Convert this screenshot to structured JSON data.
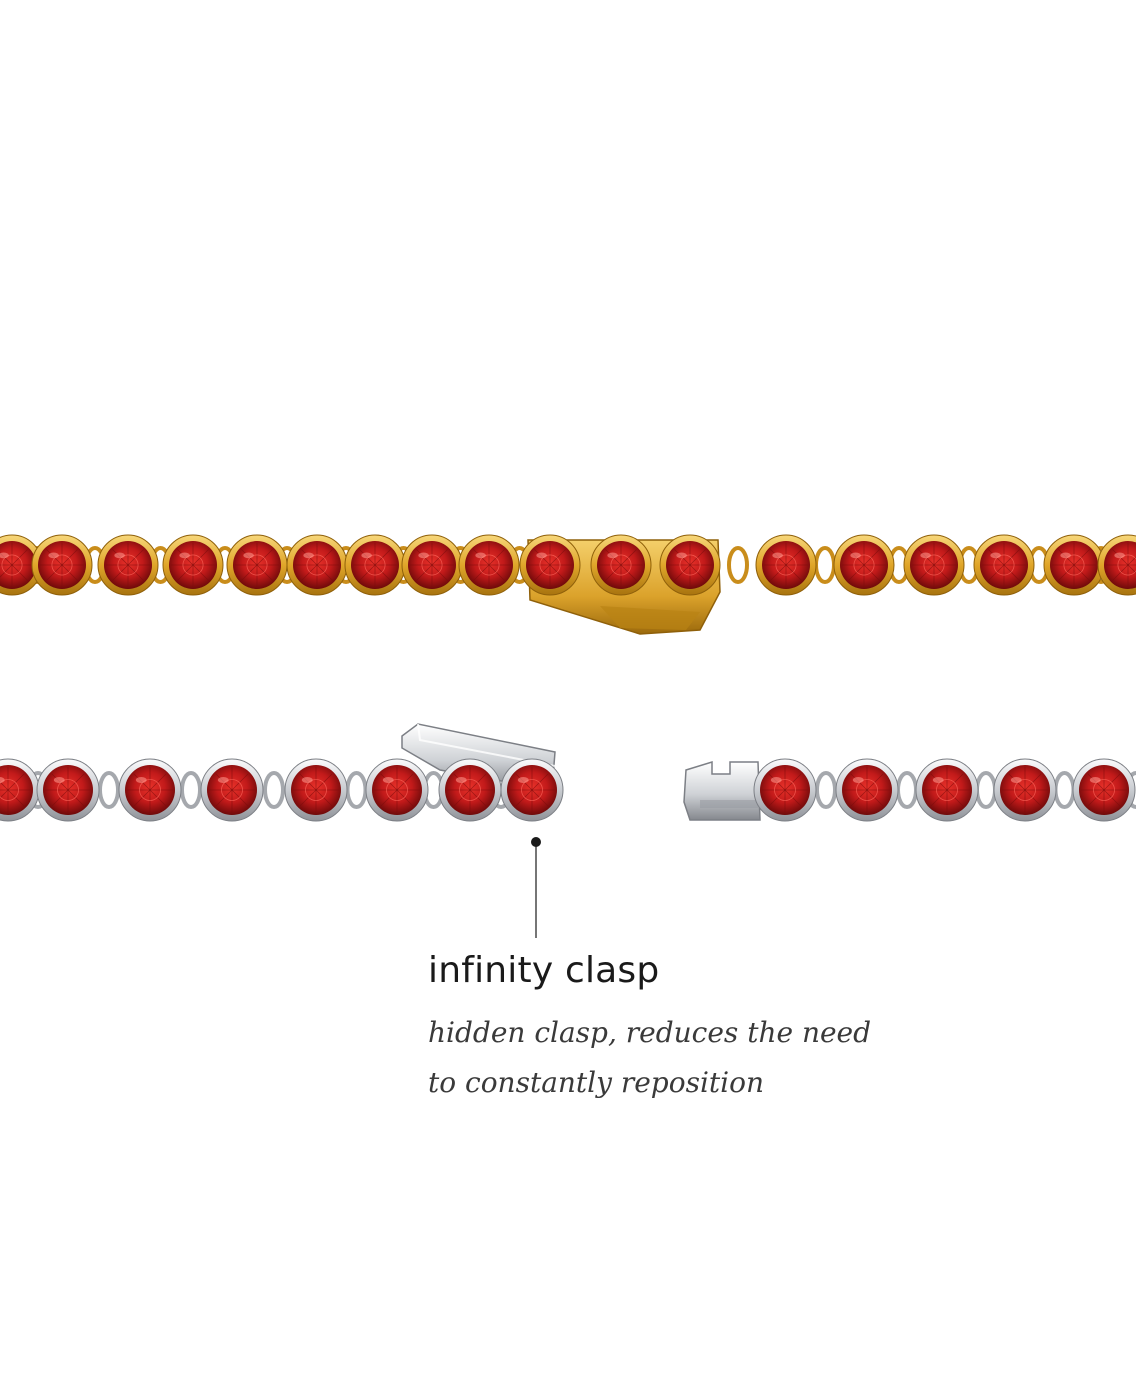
{
  "callout": {
    "title": "infinity clasp",
    "description_lines": [
      "hidden clasp, reduces the need",
      "to constantly reposition"
    ]
  },
  "colors": {
    "background": "#ffffff",
    "gold": "#e0a62a",
    "gold_dark": "#a8730f",
    "silver": "#d4d6da",
    "silver_dark": "#8f9298",
    "ruby": "#c21a1a",
    "ruby_dark": "#6e0a0a"
  }
}
